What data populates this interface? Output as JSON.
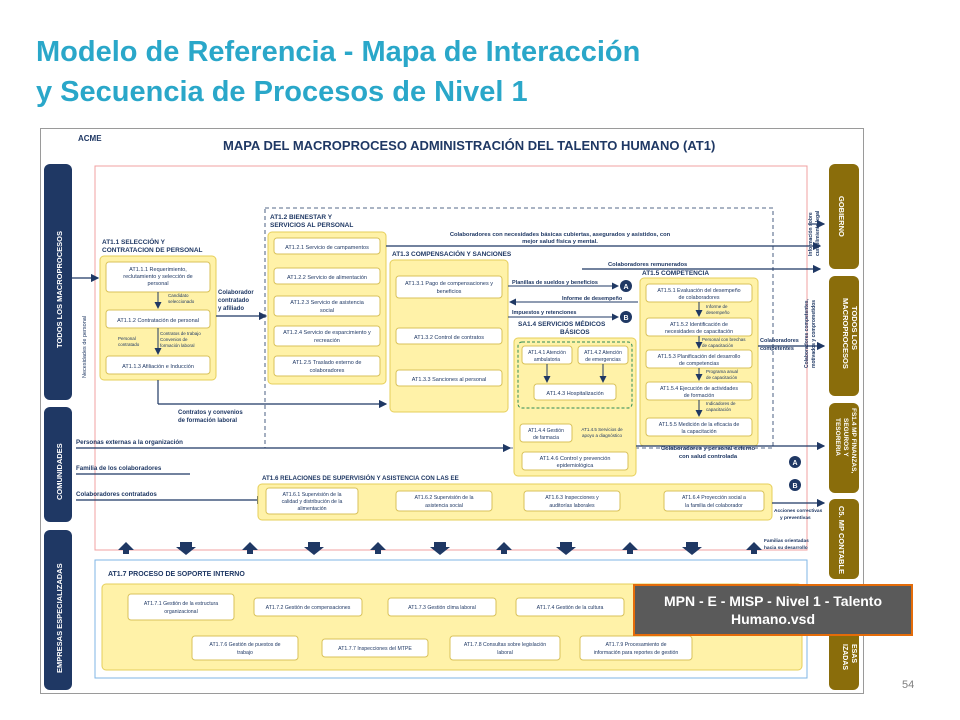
{
  "slide": {
    "title_line1": "Modelo de Referencia - Mapa de Interacción",
    "title_line2": "y Secuencia de Procesos de Nivel 1",
    "page_number": "54",
    "callout": "MPN - E - MISP - Nivel 1 - Talento Humano.vsd"
  },
  "diagram": {
    "company": "ACME",
    "heading": "MAPA DEL MACROPROCESO ADMINISTRACIÓN DEL TALENTO HUMANO (AT1)",
    "left_bars": {
      "todos": "TODOS LOS MACROPROCESOS",
      "comunidades": "COMUNIDADES",
      "empresas": "EMPRESAS ESPECIALIZADAS"
    },
    "right_bars": {
      "gobierno": "GOBIERNO",
      "todos_line1": "TODOS LOS",
      "todos_line2": "MACROPROCESOS",
      "fs_line1": "FS1.4 MP FINANZAS,",
      "fs_line2": "SEGUROS Y",
      "fs_line3": "TESORERIA",
      "contable": "C5. MP CONTABLE",
      "esas_line1": "ESAS",
      "esas_line2": "IZADAS"
    },
    "groups": {
      "at11_line1": "AT1.1 SELECCIÓN Y",
      "at11_line2": "CONTRATACION DE PERSONAL",
      "at12_line1": "AT1.2 BIENESTAR Y",
      "at12_line2": "SERVICIOS AL PERSONAL",
      "at13": "AT1.3 COMPENSACIÓN Y SANCIONES",
      "sa14_line1": "SA1.4 SERVICIOS MÉDICOS",
      "sa14_line2": "BÁSICOS",
      "at15": "AT1.5 COMPETENCIA",
      "at16": "AT1.6 RELACIONES DE SUPERVISIÓN Y ASISTENCIA CON LAS EE",
      "at17": "AT1.7 PROCESO DE SOPORTE INTERNO"
    },
    "boxes": {
      "at111_l1": "AT1.1.1 Requerimiento,",
      "at111_l2": "reclutamiento y selección de",
      "at111_l3": "personal",
      "at112": "AT1.1.2 Contratación de personal",
      "at113": "AT1.1.3 Afiliación e Inducción",
      "at121": "AT1.2.1 Servicio de campamentos",
      "at122": "AT1.2.2 Servicio de alimentación",
      "at123_l1": "AT1.2.3 Servicio de asistencia",
      "at123_l2": "social",
      "at124_l1": "AT1.2.4 Servicio de esparcimiento y",
      "at124_l2": "recreación",
      "at125_l1": "AT1.2.5 Traslado externo de",
      "at125_l2": "colaboradores",
      "at131_l1": "AT1.3.1 Pago de compensaciones y",
      "at131_l2": "beneficios",
      "at132": "AT1.3.2 Control de contratos",
      "at133": "AT1.3.3 Sanciones al personal",
      "at141_l1": "AT1.4.1 Atención",
      "at141_l2": "ambulatoria",
      "at142_l1": "AT1.4.2 Atención",
      "at142_l2": "de emergencias",
      "at143": "AT1.4.3 Hospitalización",
      "at144_l1": "AT1.4.4 Gestión",
      "at144_l2": "de farmacia",
      "at145_l1": "AT1.4.5 Servicios de",
      "at145_l2": "apoyo a diagnóstico",
      "at146_l1": "AT1.4.6 Control y prevención",
      "at146_l2": "epidemiológica",
      "at151_l1": "AT1.5.1 Evaluación del desempeño",
      "at151_l2": "de colaboradores",
      "at152_l1": "AT1.5.2 Identificación de",
      "at152_l2": "necesidades de capacitación",
      "at153_l1": "AT1.5.3 Planificación del desarrollo",
      "at153_l2": "de competencias",
      "at154_l1": "AT1.5.4 Ejecución de actividades",
      "at154_l2": "de formación",
      "at155_l1": "AT1.5.5 Medición de la eficacia de",
      "at155_l2": "la capacitación",
      "at161_l1": "AT1.6.1 Supervisión de la",
      "at161_l2": "calidad y distribución de la",
      "at161_l3": "alimentación",
      "at162_l1": "AT1.6.2 Supervisión de la",
      "at162_l2": "asistencia social",
      "at163_l1": "AT1.6.3 Inspecciones y",
      "at163_l2": "auditorías laborales",
      "at164_l1": "AT1.6.4 Proyección social a",
      "at164_l2": "la familia del colaborador",
      "at171_l1": "AT1.7.1 Gestión de la estructura",
      "at171_l2": "organizacional",
      "at172": "AT1.7.2 Gestión de compensaciones",
      "at173": "AT1.7.3 Gestión clima laboral",
      "at174": "AT1.7.4 Gestión de la cultura",
      "at176_l1": "AT1.7.6 Gestión de puestos de",
      "at176_l2": "trabajo",
      "at177": "AT1.7.7 Inspecciones del MTPE",
      "at178_l1": "AT1.7.8 Consultas sobre legislación",
      "at178_l2": "laboral",
      "at179_l1": "AT1.7.9 Procesamiento de",
      "at179_l2": "información para reportes de gestión"
    },
    "flows": {
      "necesidades": "Necesidades de personal",
      "candidato_l1": "Candidato",
      "candidato_l2": "seleccionado",
      "contratos_trabajo": "Contratos de trabajo",
      "convenios_formacion": "Convenios de",
      "formacion_laboral": "formación laboral",
      "personal_l1": "Personal",
      "personal_l2": "contratado",
      "colab_contr_l1": "Colaborador",
      "colab_contr_l2": "contratado",
      "colab_contr_l3": "y afiliado",
      "necesidades_basicas_l1": "Colaboradores con necesidades básicas cubiertas, asegurados y asistidos, con",
      "necesidades_basicas_l2": "mejor salud física y mental.",
      "remunerados": "Colaboradores remunerados",
      "planillas": "Planillas de sueldos y beneficios",
      "informe_desempeno": "Informe de desempeño",
      "impuestos": "Impuestos y retenciones",
      "informe_des_l1": "Informe de",
      "informe_des_l2": "desempeño",
      "brechas_l1": "Personal con brechas",
      "brechas_l2": "de capacitación",
      "programa_l1": "Programa anual",
      "programa_l2": "de capacitación",
      "indicadores_l1": "Indicadores de",
      "indicadores_l2": "capacitación",
      "info_sobre_l1": "Información sobre",
      "info_sobre_l2": "cumplimiento legal",
      "colab_comp_l1": "Colaboradores competentes,",
      "colab_comp_l2": "motivados y comprometidos",
      "colab_competentes_l1": "Colaboradores",
      "colab_competentes_l2": "competentes",
      "contratos_conv_l1": "Contratos y convenios",
      "contratos_conv_l2": "de formación laboral",
      "personas_externas": "Personas externas a la organización",
      "familia": "Familia de los colaboradores",
      "colab_contratados": "Colaboradores contratados",
      "personal_externo_l1": "Colaboradores y personal externo",
      "personal_externo_l2": "con salud controlada",
      "acciones_l1": "Acciones correctivas",
      "acciones_l2": "y preventivas",
      "familias_l1": "Familias orientadas",
      "familias_l2": "hacia su desarrollo",
      "marker_a": "A",
      "marker_b": "B"
    }
  }
}
